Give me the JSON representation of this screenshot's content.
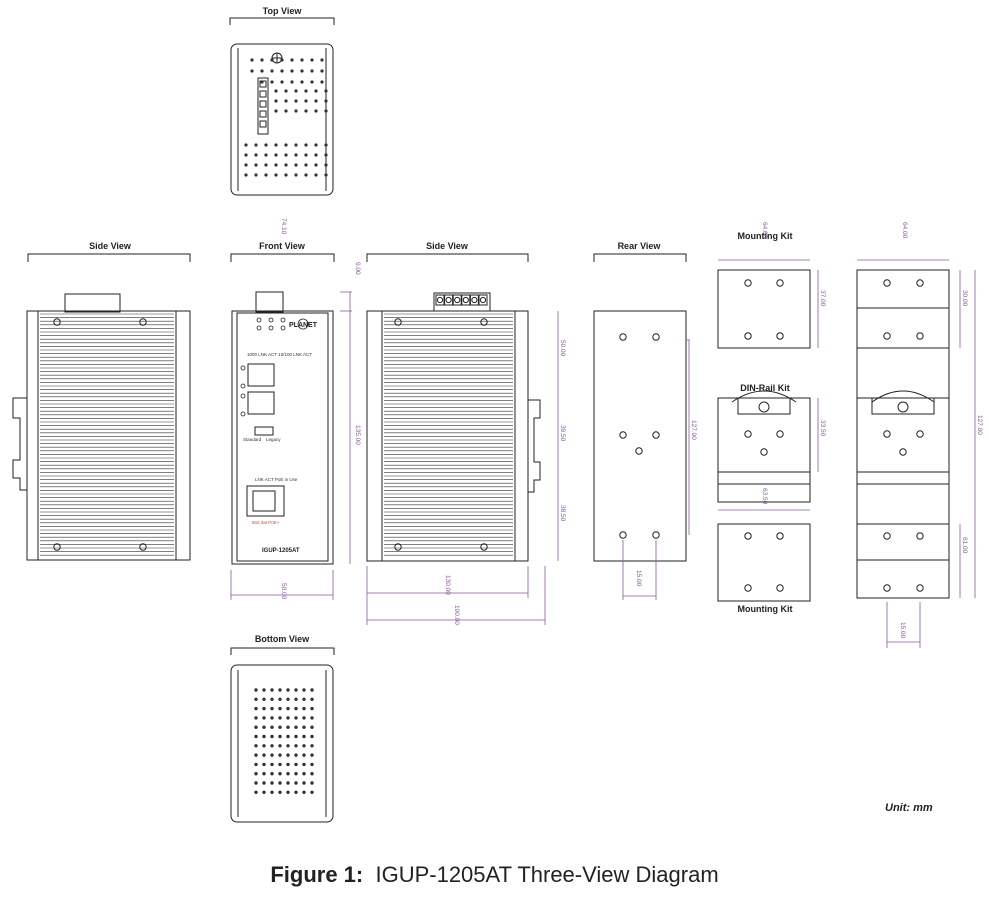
{
  "views": {
    "top": "Top View",
    "side_left": "Side View",
    "front": "Front View",
    "side_right": "Side View",
    "rear": "Rear View",
    "mounting_kit_top": "Mounting Kit",
    "din_rail_kit": "DIN-Rail Kit",
    "mounting_kit_bottom": "Mounting Kit",
    "bottom": "Bottom View"
  },
  "device": {
    "model": "IGUP-1205AT",
    "brand": "PLANET",
    "front_labels": {
      "port_leds": "1000 LNK ACT  10/100 LNK ACT",
      "switch_standard": "Standard",
      "switch_legacy": "Legacy",
      "poe_leds": "LNK ACT  PoE in Use",
      "poe_port": "802.3at PoE+"
    }
  },
  "dimensions": {
    "top_width": "74.10",
    "front_height_top": "9.00",
    "front_height": "135.00",
    "front_width": "50.00",
    "side_width": "130.00",
    "side_depth": "100.00",
    "side_a": "50.00",
    "side_b": "39.50",
    "side_c": "38.50",
    "rear_height": "127.00",
    "rear_pitch": "15.00",
    "mk_width": "64.00",
    "mk_height": "37.00",
    "din_width": "63.50",
    "din_height": "33.50",
    "assy_width": "64.00",
    "assy_height": "127.00",
    "assy_a": "30.00",
    "assy_b": "61.00",
    "assy_pitch": "15.00"
  },
  "unit_label": "Unit: mm",
  "caption": {
    "prefix": "Figure 1:",
    "text": "IGUP-1205AT Three-View Diagram"
  }
}
